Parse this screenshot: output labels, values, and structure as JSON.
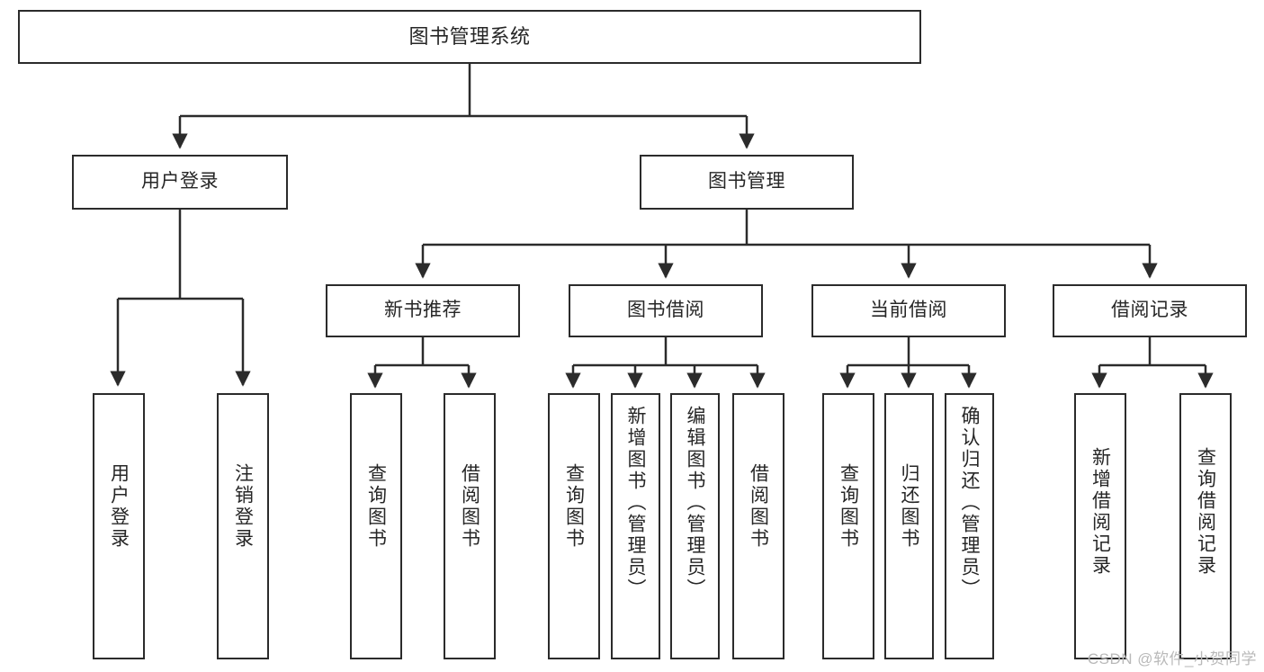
{
  "diagram": {
    "title": "图书管理系统",
    "type": "tree-hierarchy-chart",
    "colors": {
      "box_border": "#2b2b2b",
      "box_fill": "#ffffff",
      "text": "#262626",
      "connector": "#2b2b2b",
      "watermark": "#b9b9b9",
      "background": "#ffffff"
    },
    "root": {
      "label": "图书管理系统"
    },
    "level2": [
      {
        "label": "用户登录"
      },
      {
        "label": "图书管理"
      }
    ],
    "level3": [
      {
        "label": "新书推荐"
      },
      {
        "label": "图书借阅"
      },
      {
        "label": "当前借阅"
      },
      {
        "label": "借阅记录"
      }
    ],
    "leaves": {
      "user_login": [
        {
          "label": "用户登录"
        },
        {
          "label": "注销登录"
        }
      ],
      "new_book_recommend": [
        {
          "label": "查询图书"
        },
        {
          "label": "借阅图书"
        }
      ],
      "book_borrow": [
        {
          "label": "查询图书"
        },
        {
          "label": "新增图书（管理员）"
        },
        {
          "label": "编辑图书（管理员）"
        },
        {
          "label": "借阅图书"
        }
      ],
      "current_borrow": [
        {
          "label": "查询图书"
        },
        {
          "label": "归还图书"
        },
        {
          "label": "确认归还（管理员）"
        }
      ],
      "borrow_record": [
        {
          "label": "新增借阅记录"
        },
        {
          "label": "查询借阅记录"
        }
      ]
    }
  },
  "watermark": {
    "text": "CSDN @软件_小贺同学"
  }
}
